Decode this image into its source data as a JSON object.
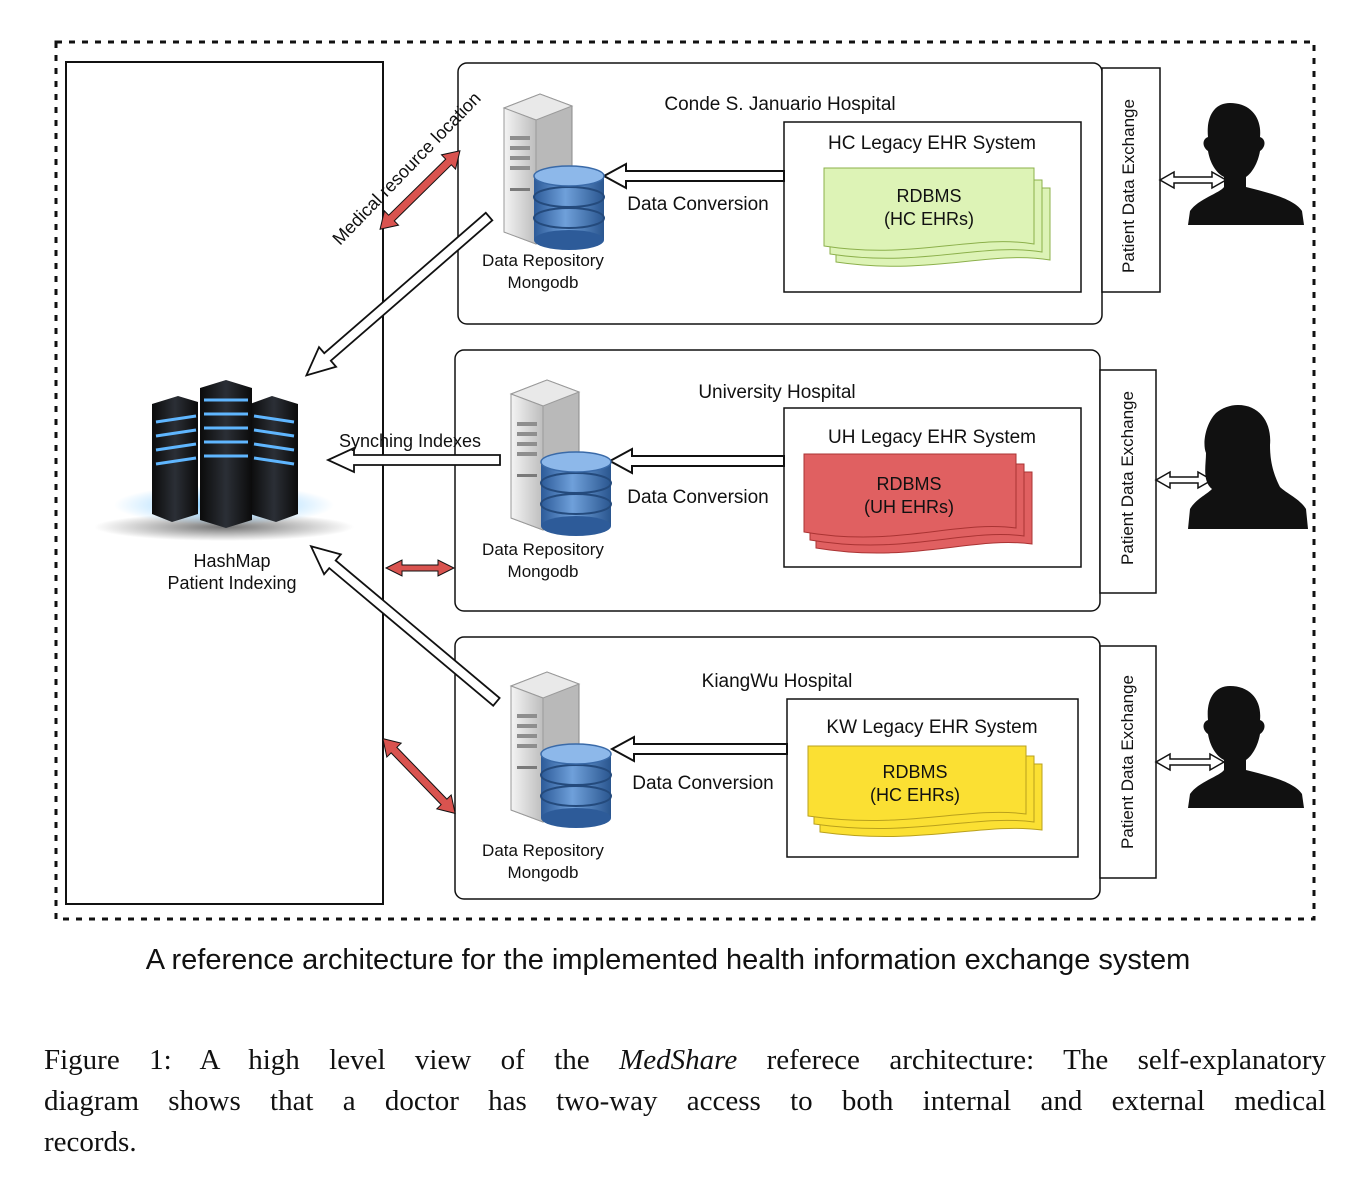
{
  "index_server": {
    "label_line1": "HashMap",
    "label_line2": "Patient Indexing",
    "icon": "server-rack-icon"
  },
  "arrows": {
    "medical_resource_location": "Medical resource location",
    "synching_indexes": "Synching Indexes"
  },
  "hospitals": [
    {
      "name": "Conde S. Januario Hospital",
      "legacy_system": "HC Legacy EHR System",
      "db_line1": "RDBMS",
      "db_line2": "(HC EHRs)",
      "db_color": "#ddf3b6",
      "conversion_label": "Data Conversion",
      "repo_line1": "Data Repository",
      "repo_line2": "Mongodb",
      "exchange_label": "Patient Data Exchange",
      "person_icon": "male-doctor-silhouette-icon"
    },
    {
      "name": "University Hospital",
      "legacy_system": "UH Legacy EHR System",
      "db_line1": "RDBMS",
      "db_line2": "(UH EHRs)",
      "db_color": "#e06061",
      "conversion_label": "Data Conversion",
      "repo_line1": "Data Repository",
      "repo_line2": "Mongodb",
      "exchange_label": "Patient Data Exchange",
      "person_icon": "female-doctor-silhouette-icon"
    },
    {
      "name": "KiangWu Hospital",
      "legacy_system": "KW Legacy EHR System",
      "db_line1": "RDBMS",
      "db_line2": "(HC EHRs)",
      "db_color": "#fbe033",
      "conversion_label": "Data Conversion",
      "repo_line1": "Data Repository",
      "repo_line2": "Mongodb",
      "exchange_label": "Patient Data Exchange",
      "person_icon": "male-doctor-silhouette-icon"
    }
  ],
  "diagram_title": "A reference architecture for the implemented health information exchange system",
  "caption": {
    "line1_prefix": "Figure 1: A high level view of the ",
    "line1_emphasis": "MedShare",
    "line1_suffix": " referece architecture: The self-explanatory",
    "line2": "diagram shows that a doctor has two-way access to both internal and external medical",
    "line3": "records."
  },
  "colors": {
    "two_way_arrow": "#d9534f",
    "db_cylinder": "#4f82c4"
  }
}
